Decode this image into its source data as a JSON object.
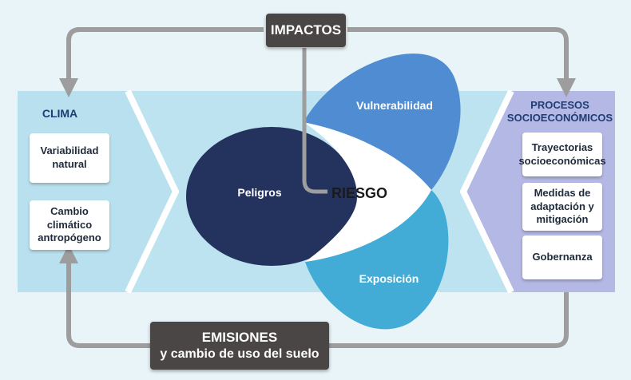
{
  "top": {
    "label": "IMPACTOS"
  },
  "bottom": {
    "line1": "EMISIONES",
    "line2": "y cambio de uso del suelo"
  },
  "left_panel": {
    "title": "CLIMA",
    "items": [
      "Variabilidad natural",
      "Cambio climático antropógeno"
    ]
  },
  "right_panel": {
    "title_line1": "PROCESOS",
    "title_line2": "SOCIOECONÓMICOS",
    "items": [
      "Trayectorias socioeconómicas",
      "Medidas de adaptación y mitigación",
      "Gobernanza"
    ]
  },
  "petals": {
    "hazards": "Peligros",
    "vulnerability": "Vulnerabilidad",
    "exposure": "Exposición",
    "center": "RIESGO"
  },
  "colors": {
    "left_panel": "#b9e0ee",
    "right_panel": "#b4b8e4",
    "hazards": "#24335e",
    "vulnerability": "#4f8cd2",
    "exposure": "#43acd6",
    "connector": "#9d9d9d",
    "dark_box": "#4a4645"
  }
}
